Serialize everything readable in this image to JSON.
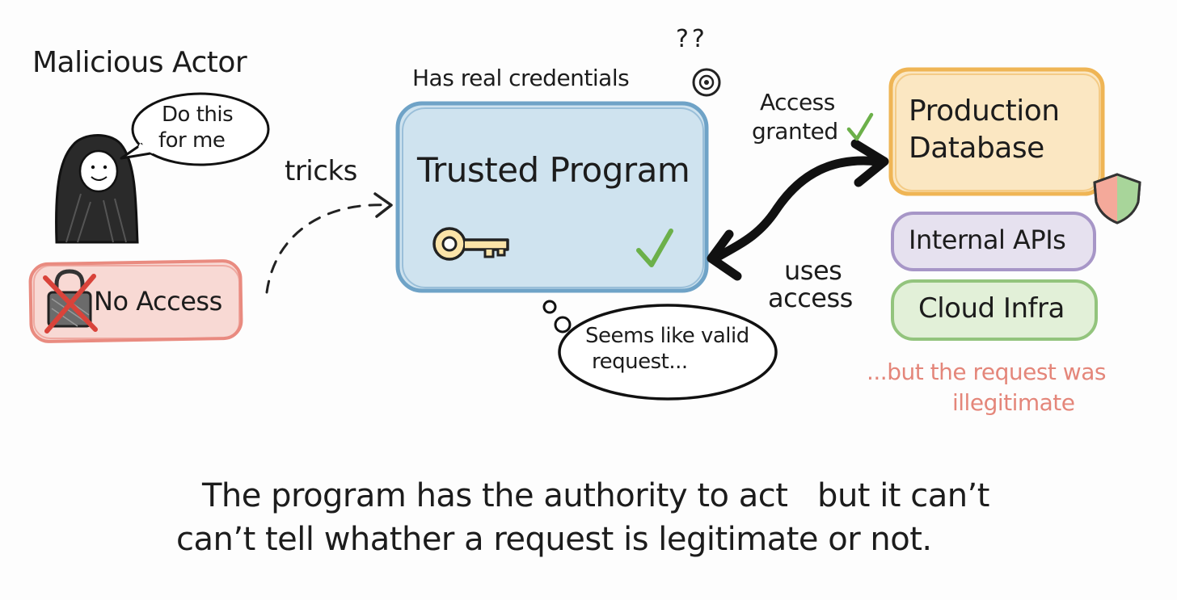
{
  "actor": {
    "label": "Malicious Actor",
    "speech": [
      "Do this",
      "for me"
    ],
    "no_access_label": "No Access"
  },
  "arrows": {
    "tricks_label": "tricks",
    "uses_access_label": [
      "uses",
      "access"
    ],
    "access_granted_label": [
      "Access",
      "granted"
    ]
  },
  "trusted": {
    "note": "Has real credentials",
    "confusion_marks": "??",
    "title": "Trusted Program",
    "thought": [
      "Seems like valid",
      "request..."
    ]
  },
  "resources": {
    "database": [
      "Production",
      "Database"
    ],
    "apis": "Internal APIs",
    "cloud": "Cloud Infra",
    "note": [
      "...but the request was",
      "illegitimate"
    ]
  },
  "caption": [
    "The program has the authority to act   but it can’t",
    "can’t tell whather a request is legitimate or not."
  ],
  "colors": {
    "no_access_fill": "#f8d9d4",
    "no_access_border": "#e98b80",
    "trusted_fill": "#cfe3ef",
    "trusted_border": "#6fa3c7",
    "database_fill": "#fbe7c2",
    "database_border": "#efb555",
    "apis_fill": "#e6e1ef",
    "apis_border": "#a796c7",
    "cloud_fill": "#e2f0d8",
    "cloud_border": "#93c47d",
    "check_green": "#6cb04a",
    "cross_red": "#d9433a",
    "note_red": "#e4867a"
  },
  "icons": [
    "hooded-figure-icon",
    "lock-icon",
    "cross-icon",
    "key-icon",
    "checkmark-icon",
    "eye-icon",
    "shield-icon"
  ]
}
